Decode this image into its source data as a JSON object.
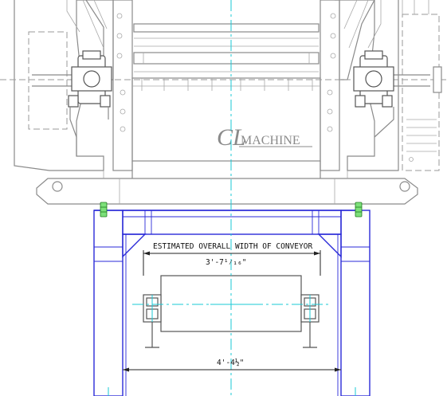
{
  "logo": {
    "mark": "CL",
    "word": "MACHINE"
  },
  "annotations": {
    "conveyor_label": "ESTIMATED OVERALL WIDTH OF CONVEYOR",
    "inner_width_dim": "3'-7¹⁄₁₆\"",
    "outer_width_dim": "4'-4½\""
  },
  "colors": {
    "frame": "#2a2ad8",
    "centerline": "#19c8d6",
    "machine": "#8a8a8a",
    "bolts": "#7de07a"
  }
}
